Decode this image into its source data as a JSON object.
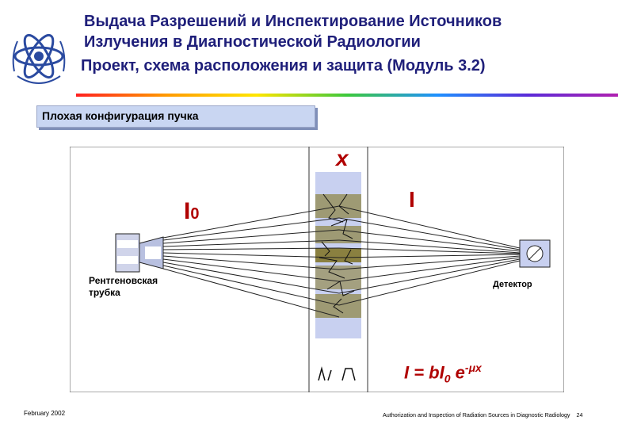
{
  "header": {
    "title_line1": "Выдача Разрешений и Инспектирование Источников",
    "title_line2": "Излучения в Диагностической Радиологии",
    "title_line3": "Проект, схема расположения и защита (Модуль 3.2)"
  },
  "section": {
    "label": "Плохая конфигурация пучка"
  },
  "diagram": {
    "x_label": "x",
    "i0_main": "I",
    "i0_sub": "0",
    "i_label": "I",
    "tube_label_line1": "Рентгеновская",
    "tube_label_line2": "трубка",
    "detector_label": "Детектор"
  },
  "formula": {
    "lhs": "I = bI",
    "sub": "0",
    "e": " e",
    "exp": "-μx"
  },
  "footer": {
    "date": "February 2002",
    "course": "Authorization and Inspection of Radiation Sources in Diagnostic Radiology",
    "page": "24"
  },
  "colors": {
    "title": "#1f1f7a",
    "accent_red": "#b00000",
    "box_fill": "#c9d6f2"
  }
}
